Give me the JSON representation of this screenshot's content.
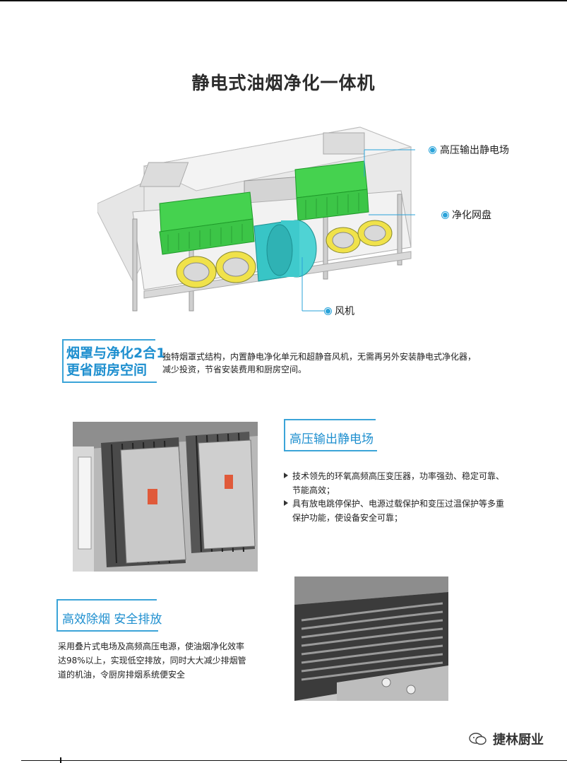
{
  "page": {
    "title": "静电式油烟净化一体机"
  },
  "diagram": {
    "callouts": [
      {
        "label": "高压输出静电场"
      },
      {
        "label": "净化网盘"
      },
      {
        "label": "风机"
      }
    ]
  },
  "section1": {
    "heading_line1": "烟罩与净化2合1",
    "heading_line2": "更省厨房空间",
    "text_line1": "独特烟罩式结构，内置静电净化单元和超静音风机，无需再另外安装静电式净化器，",
    "text_line2": "减少投资，节省安装费用和厨房空间。"
  },
  "section2": {
    "heading": "高压输出静电场",
    "bullets": [
      {
        "line1": "技术领先的环氧高频高压变压器，功率强劲、稳定可靠、",
        "line2": "节能高效；"
      },
      {
        "line1": "具有放电跳停保护、电源过载保护和变压过温保护等多重",
        "line2": "保护功能，使设备安全可靠；"
      }
    ]
  },
  "section3": {
    "heading": "高效除烟 安全排放",
    "text_lines": [
      "采用叠片式电场及高频高压电源，使油烟净化效率",
      "达98%以上，实现低空排放，同时大大减少排烟管",
      "道的机油，令厨房排烟系统便安全"
    ]
  },
  "footer": {
    "brand": "捷林厨业"
  },
  "colors": {
    "accent": "#2aa3d9",
    "green": "#3fd24a",
    "cyan": "#35c6c8",
    "fan_yellow": "#f0e24a"
  }
}
